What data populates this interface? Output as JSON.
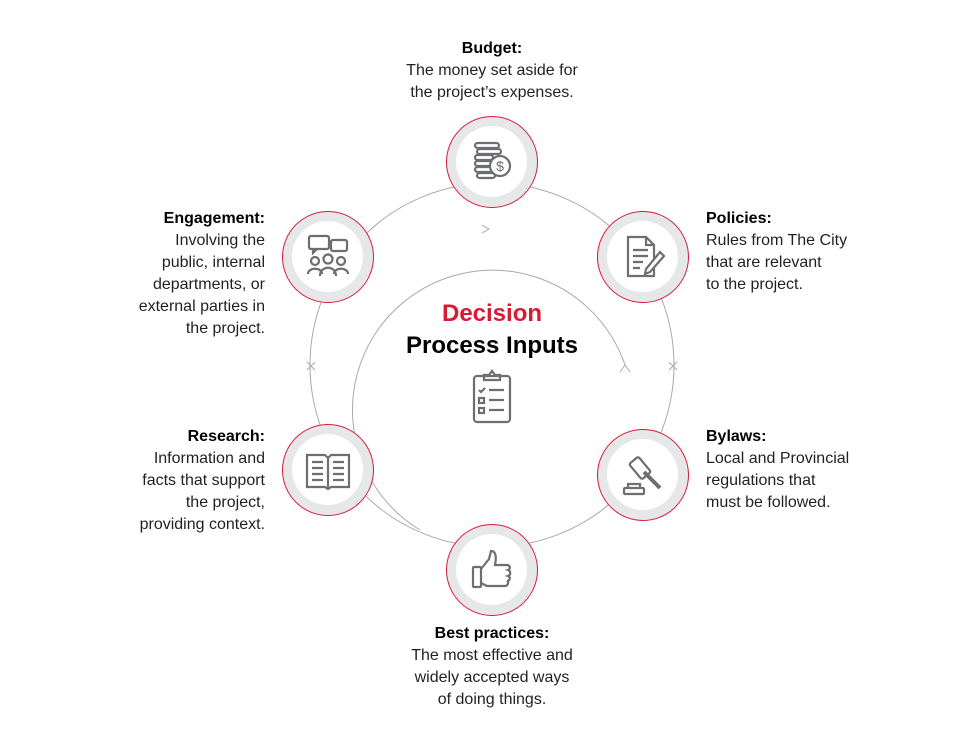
{
  "center": {
    "line1": "Decision",
    "line2": "Process Inputs",
    "icon": "clipboard-checklist-icon"
  },
  "colors": {
    "accent": "#d71a35",
    "ring": "#e6e7e8",
    "icon": "#6d6e71",
    "connector": "#a7a9ac"
  },
  "inputs": [
    {
      "title": "Budget:",
      "lines": [
        "The money set aside for",
        "the project’s expenses."
      ],
      "icon": "coins-dollar-icon"
    },
    {
      "title": "Policies:",
      "lines": [
        "Rules from The City",
        "that are relevant",
        "to the project."
      ],
      "icon": "document-pen-icon"
    },
    {
      "title": "Bylaws:",
      "lines": [
        "Local and Provincial",
        "regulations that",
        "must be followed."
      ],
      "icon": "gavel-icon"
    },
    {
      "title": "Best practices:",
      "lines": [
        "The most effective and",
        "widely accepted ways",
        "of doing things."
      ],
      "icon": "thumbs-up-icon"
    },
    {
      "title": "Research:",
      "lines": [
        "Information and",
        "facts that support",
        "the project,",
        "providing context."
      ],
      "icon": "open-book-icon"
    },
    {
      "title": "Engagement:",
      "lines": [
        "Involving the",
        "public, internal",
        "departments, or",
        "external parties in",
        "the project."
      ],
      "icon": "people-chat-icon"
    }
  ]
}
